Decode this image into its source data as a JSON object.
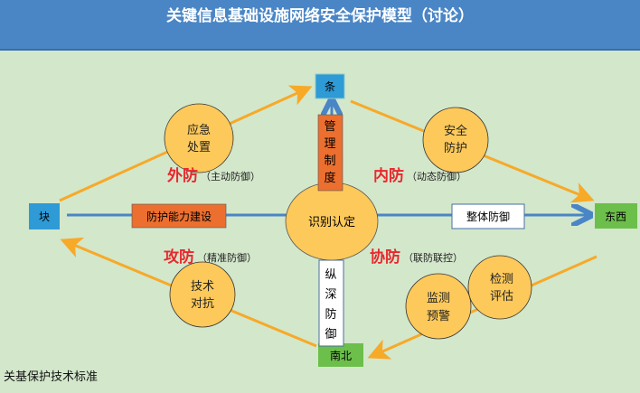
{
  "title": "关键信息基础设施网络安全保护模型（讨论）",
  "nodes": {
    "top": "条",
    "left": "块",
    "right": "东西",
    "bottom": "南北",
    "center": "识别认定"
  },
  "boxes": {
    "management": [
      "管",
      "理",
      "制",
      "度"
    ],
    "capability": "防护能力建设",
    "overall": "整体防御",
    "depth": [
      "纵",
      "深",
      "防",
      "御"
    ]
  },
  "circles": {
    "emergency": [
      "应急",
      "处置"
    ],
    "security": [
      "安全",
      "防护"
    ],
    "tech": [
      "技术",
      "对抗"
    ],
    "monitor": [
      "监测",
      "预警"
    ],
    "assess": [
      "检测",
      "评估"
    ]
  },
  "labels": {
    "outer": {
      "main": "外防",
      "sub": "（主动防御）"
    },
    "inner": {
      "main": "内防",
      "sub": "（动态防御）"
    },
    "attack": {
      "main": "攻防",
      "sub": "（精准防御）"
    },
    "coop": {
      "main": "协防",
      "sub": "（联防联控）"
    }
  },
  "footnote": "关基保护技术标准",
  "colors": {
    "orange_line": "#f7a928",
    "blue_line": "#4a86c6",
    "red": "#e8282e"
  }
}
